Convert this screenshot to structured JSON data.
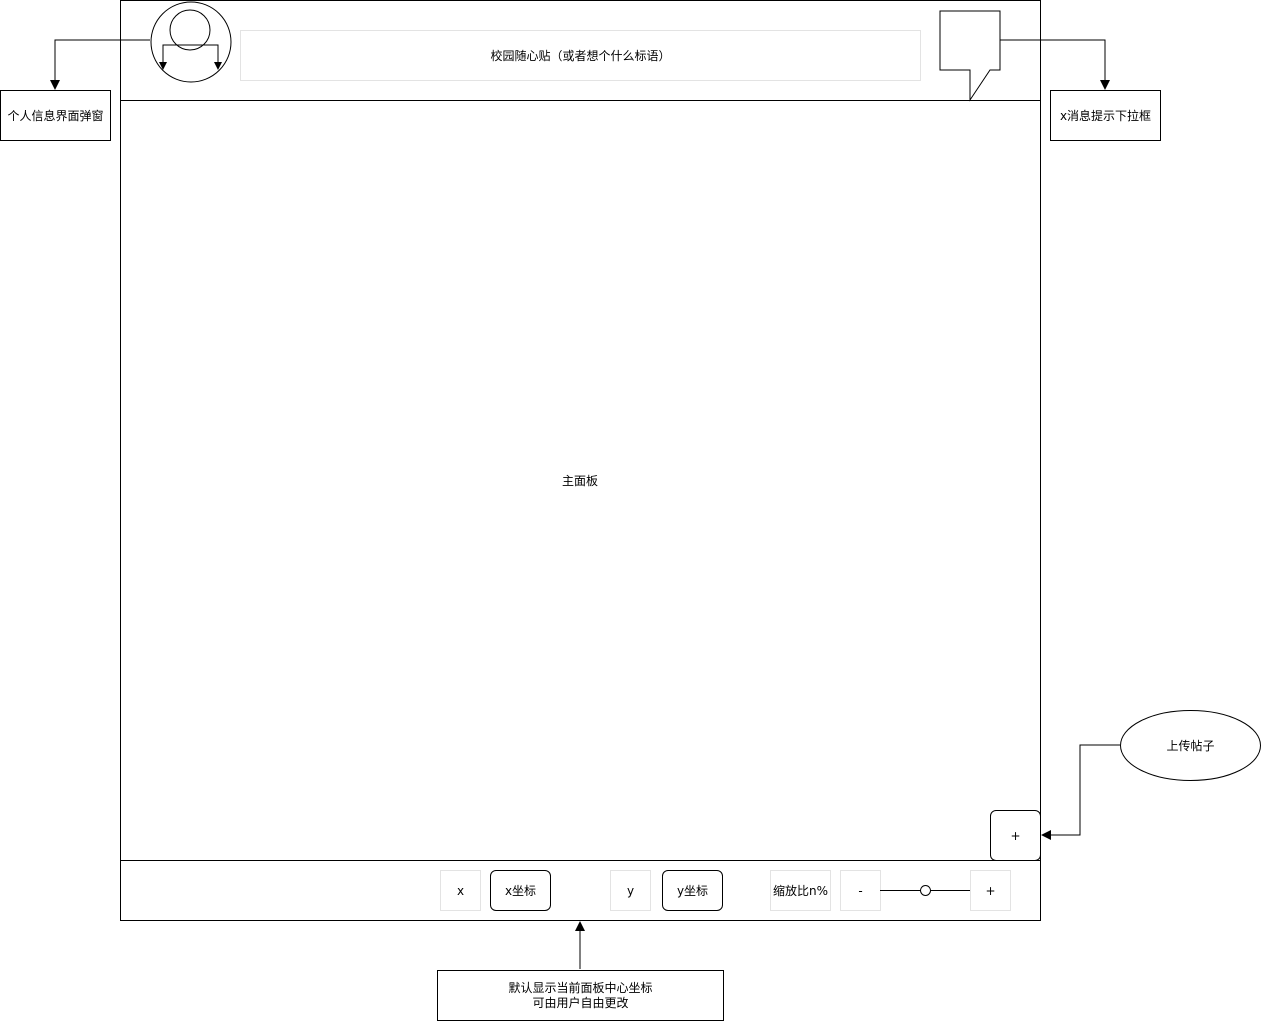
{
  "header": {
    "title": "校园随心贴（或者想个什么标语）"
  },
  "main_panel": {
    "label": "主面板"
  },
  "annotations": {
    "profile_popup": "个人信息界面弹窗",
    "message_dropdown": "x消息提示下拉框",
    "upload_post": "上传帖子",
    "coordinate_note": "默认显示当前面板中心坐标\n可由用户自由更改"
  },
  "add_post_button": {
    "label": "+"
  },
  "footer": {
    "x_label": "x",
    "x_value": "x坐标",
    "y_label": "y",
    "y_value": "y坐标",
    "zoom_label": "缩放比n%",
    "zoom_minus": "-",
    "zoom_plus": "+"
  },
  "icons": {
    "avatar": "user-avatar-icon",
    "message": "speech-bubble-icon"
  }
}
